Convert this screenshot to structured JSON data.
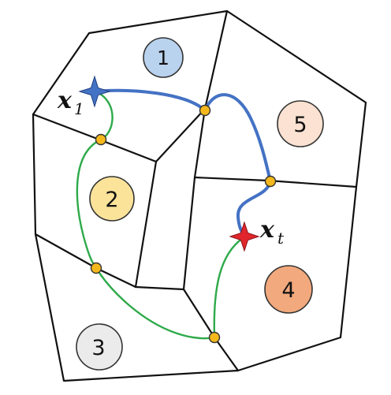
{
  "diagram": {
    "regions": [
      {
        "id": "1",
        "fill": "#b9d2ee"
      },
      {
        "id": "2",
        "fill": "#fbe39a"
      },
      {
        "id": "3",
        "fill": "#ebebeb"
      },
      {
        "id": "4",
        "fill": "#f2a97d"
      },
      {
        "id": "5",
        "fill": "#fbe2d2"
      }
    ],
    "start_label": {
      "base": "x",
      "sub": "1"
    },
    "target_label": {
      "base": "x",
      "sub": "t"
    },
    "colors": {
      "edge": "#111111",
      "blue_path": "#4472c4",
      "green_path": "#2eaa4a",
      "waypoint": "#f5b81c",
      "start_star": "#4472c4",
      "target_star": "#e0262c"
    }
  }
}
